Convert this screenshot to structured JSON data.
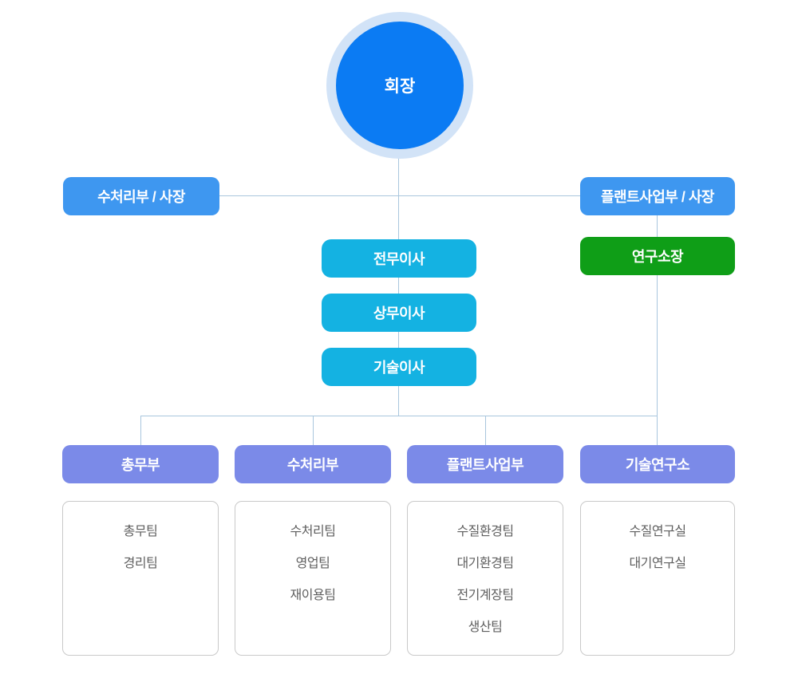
{
  "colors": {
    "chairman_fill": "#0b7bf3",
    "chairman_ring": "#d2e3f7",
    "president_fill": "#3e97f0",
    "director_fill": "#14b2e2",
    "research_fill": "#0f9e17",
    "department_fill": "#7b8ae8",
    "connector": "#a9c6dd",
    "team_text": "#5f5f5f",
    "panel_border": "#c9c9c9"
  },
  "org": {
    "chairman": {
      "label": "회장"
    },
    "presidents": [
      {
        "label": "수처리부 / 사장"
      },
      {
        "label": "플랜트사업부 / 사장"
      }
    ],
    "directors": [
      {
        "label": "전무이사"
      },
      {
        "label": "상무이사"
      },
      {
        "label": "기술이사"
      }
    ],
    "research_head": {
      "label": "연구소장"
    },
    "departments": [
      {
        "label": "총무부",
        "teams": [
          "총무팀",
          "경리팀"
        ]
      },
      {
        "label": "수처리부",
        "teams": [
          "수처리팀",
          "영업팀",
          "재이용팀"
        ]
      },
      {
        "label": "플랜트사업부",
        "teams": [
          "수질환경팀",
          "대기환경팀",
          "전기계장팀",
          "생산팀"
        ]
      },
      {
        "label": "기술연구소",
        "teams": [
          "수질연구실",
          "대기연구실"
        ]
      }
    ]
  }
}
